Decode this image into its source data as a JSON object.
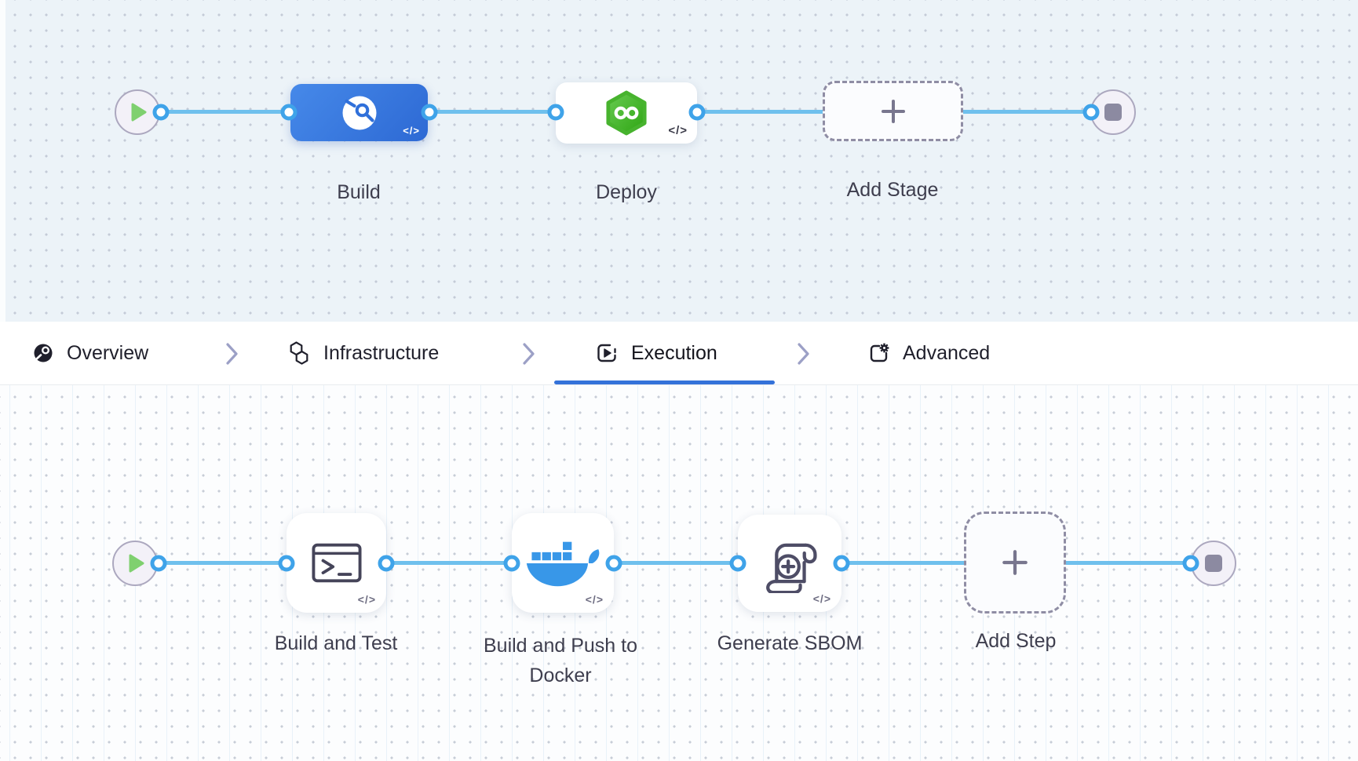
{
  "canvas_top": {
    "stages": [
      {
        "label": "Build",
        "icon": "ci-build-icon",
        "code_badge": "</>"
      },
      {
        "label": "Deploy",
        "icon": "cd-deploy-icon",
        "code_badge": "</>"
      },
      {
        "label": "Add Stage",
        "icon": "plus-icon"
      }
    ],
    "start_node_icon": "play-icon",
    "end_node_icon": "stop-icon"
  },
  "tab_bar": {
    "tabs": [
      {
        "label": "Overview",
        "icon": "overview-icon",
        "active": false
      },
      {
        "label": "Infrastructure",
        "icon": "infrastructure-icon",
        "active": false
      },
      {
        "label": "Execution",
        "icon": "execution-icon",
        "active": true
      },
      {
        "label": "Advanced",
        "icon": "advanced-icon",
        "active": false
      }
    ],
    "separator_icon": "chevron-right-icon"
  },
  "canvas_bottom": {
    "steps": [
      {
        "label": "Build and Test",
        "icon": "terminal-icon",
        "code_badge": "</>"
      },
      {
        "label": "Build and Push to Docker",
        "icon": "docker-icon",
        "code_badge": "</>"
      },
      {
        "label": "Generate SBOM",
        "icon": "sbom-scroll-icon",
        "code_badge": "</>"
      },
      {
        "label": "Add Step",
        "icon": "plus-icon"
      }
    ],
    "start_node_icon": "play-icon",
    "end_node_icon": "stop-icon"
  },
  "colors": {
    "canvas_top_bg": "#ECF3F8",
    "canvas_bottom_bg": "#FCFDFE",
    "connector_line": "#6FC0ED",
    "port_ring": "#3FA3E9",
    "build_card_gradient_start": "#4689E9",
    "build_card_gradient_end": "#2D69D4",
    "deploy_hex_green": "#47B32E",
    "docker_blue": "#3897E8",
    "play_green": "#7FD06F",
    "active_tab_underline": "#3472D9",
    "node_fill": "#F3F1F8",
    "node_border": "#ACA8BF",
    "label_text": "#3E3E4E"
  }
}
